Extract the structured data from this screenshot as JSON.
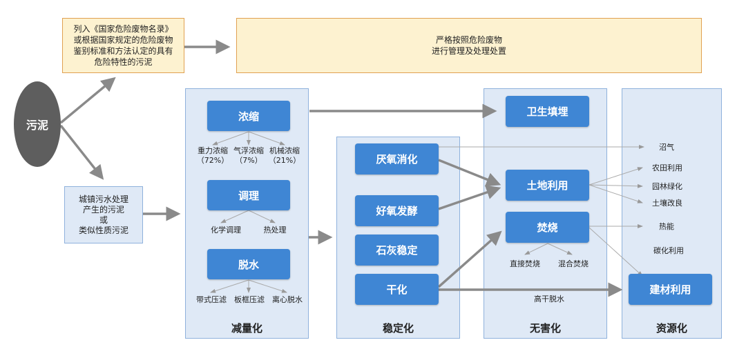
{
  "source": {
    "label": "污泥"
  },
  "hazardous": {
    "criteria": "列入《国家危险废物名录》\n或根据国家规定的危险废物\n鉴别标准和方法认定的具有\n危险特性的污泥",
    "disposal": "严格按照危险废物\n进行管理及处理处置"
  },
  "municipal": {
    "label": "城镇污水处理\n产生的污泥\n或\n类似性质污泥"
  },
  "reduction": {
    "title": "减量化",
    "thicken": {
      "label": "浓缩",
      "methods": [
        {
          "name": "重力浓缩",
          "pct": "（72%）"
        },
        {
          "name": "气浮浓缩",
          "pct": "（7%）"
        },
        {
          "name": "机械浓缩",
          "pct": "（21%）"
        }
      ]
    },
    "condition": {
      "label": "调理",
      "methods": [
        {
          "name": "化学调理"
        },
        {
          "name": "热处理"
        }
      ]
    },
    "dewater": {
      "label": "脱水",
      "methods": [
        {
          "name": "带式压滤"
        },
        {
          "name": "板框压滤"
        },
        {
          "name": "离心脱水"
        }
      ]
    }
  },
  "stabilization": {
    "title": "稳定化",
    "items": [
      "厌氧消化",
      "好氧发酵",
      "石灰稳定",
      "干化"
    ]
  },
  "harmless": {
    "title": "无害化",
    "landfill": "卫生填埋",
    "land_use": "土地利用",
    "incineration": "焚烧",
    "incineration_methods": [
      "直接焚烧",
      "混合焚烧"
    ],
    "high_dry": "高干脱水"
  },
  "resource": {
    "title": "资源化",
    "outputs": [
      "沼气",
      "农田利用",
      "园林绿化",
      "土壤改良",
      "热能",
      "碳化利用"
    ],
    "building": "建材利用"
  },
  "colors": {
    "node": "#3f86d4",
    "panel": "#dfe9f6",
    "panel_border": "#8eb1dc",
    "hazard_fill": "#fdf2d0",
    "hazard_border": "#e0a050",
    "source": "#5e5e5e",
    "arrow": "#8a8a8a"
  }
}
